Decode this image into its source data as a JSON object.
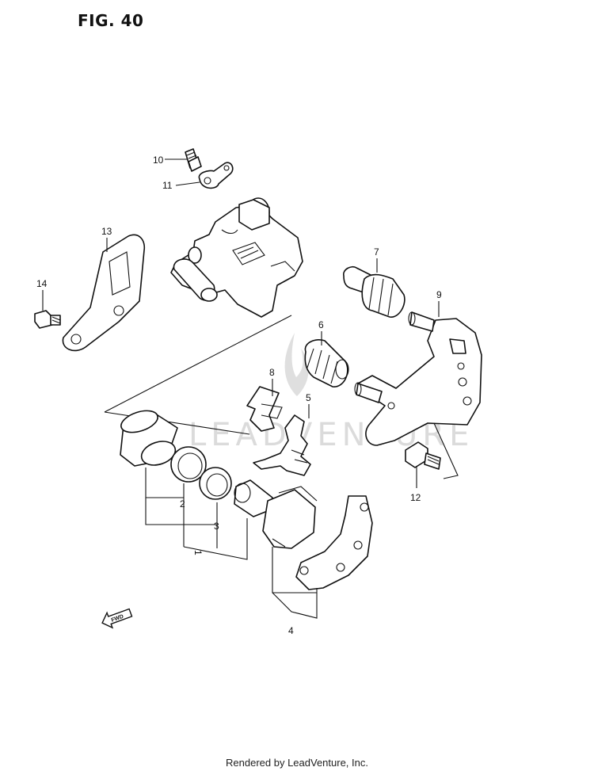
{
  "figure": {
    "title": "FIG. 40"
  },
  "callouts": [
    "1",
    "2",
    "3",
    "4",
    "5",
    "6",
    "7",
    "8",
    "9",
    "10",
    "11",
    "12",
    "13",
    "14"
  ],
  "watermark": {
    "text": "LEADVENTURE"
  },
  "arrow": {
    "label": "FWD"
  },
  "footer": {
    "text": "Rendered by LeadVenture, Inc."
  }
}
